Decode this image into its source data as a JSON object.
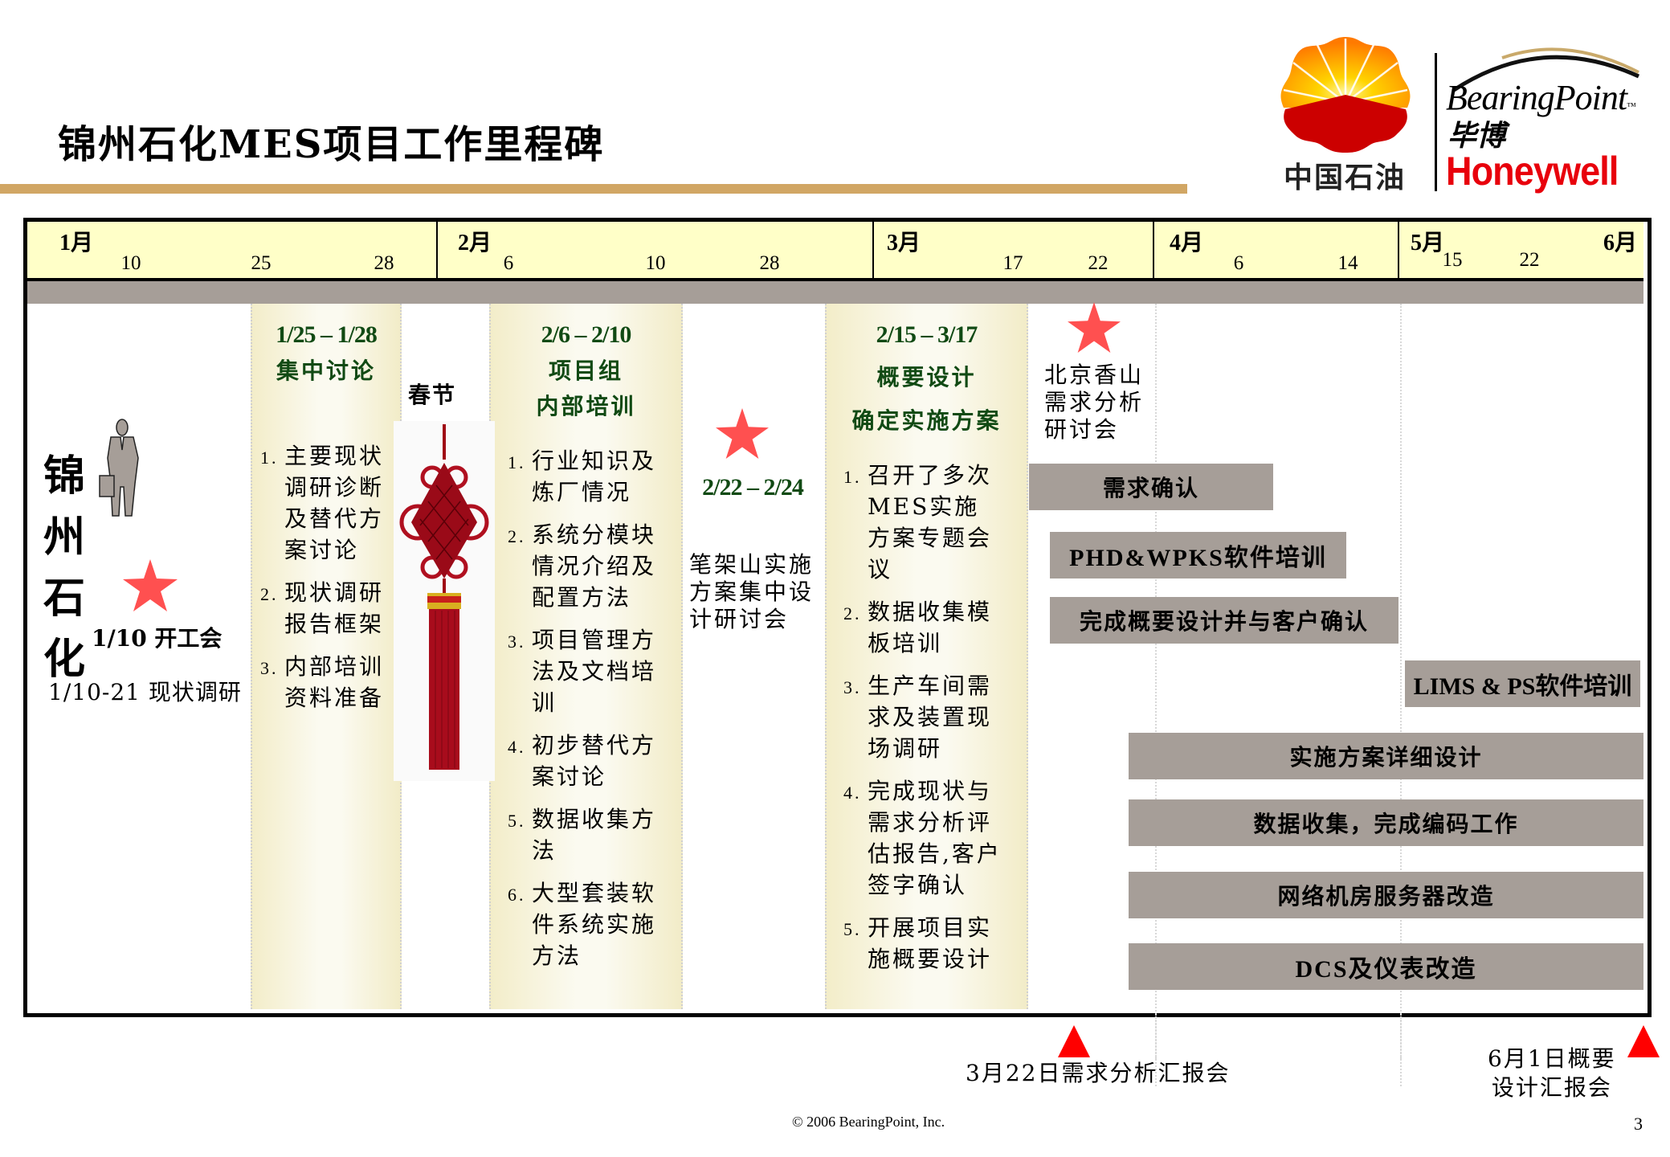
{
  "title": "锦州石化MES项目工作里程碑",
  "logos": {
    "cnpc_text": "中国石油",
    "bearingpoint": "BearingPoint",
    "bearingpoint_tm": "™",
    "bearingpoint_cn": "毕博",
    "honeywell": "Honeywell",
    "colors": {
      "cnpc_red": "#cc0000",
      "cnpc_orange": "#ff8c00",
      "cnpc_yellow": "#ffd400",
      "honeywell_red": "#e8000c",
      "bp_gold": "#c9a96a"
    }
  },
  "timeline": {
    "months": [
      {
        "label": "1月",
        "days": [
          "10",
          "25",
          "28"
        ]
      },
      {
        "label": "2月",
        "days": [
          "6",
          "10",
          "28"
        ]
      },
      {
        "label": "3月",
        "days": [
          "17",
          "22"
        ]
      },
      {
        "label": "4月",
        "days": [
          "6",
          "14"
        ]
      },
      {
        "label": "5月",
        "days": [
          "15",
          "22"
        ]
      },
      {
        "label": "6月",
        "days": []
      }
    ],
    "colors": {
      "header_bg": "#ffffc8",
      "band": "#a69e98",
      "bar": "#a69e98",
      "milestone_star": "#ff5050",
      "report_triangle": "#ff0000",
      "heading_green": "#114a14"
    }
  },
  "left": {
    "company": [
      "锦",
      "州",
      "石",
      "化"
    ],
    "kickoff": "1/10 开工会",
    "survey": "1/10-21 现状调研"
  },
  "phase1": {
    "date": "1/25 – 1/28",
    "label": "集中讨论",
    "items": [
      {
        "n": "1.",
        "text": "主要现状调研诊断及替代方案讨论"
      },
      {
        "n": "2.",
        "text": "现状调研报告框架"
      },
      {
        "n": "3.",
        "text": "内部培训资料准备"
      }
    ]
  },
  "holiday": {
    "label": "春节"
  },
  "phase2": {
    "date": "2/6 – 2/10",
    "label1": "项目组",
    "label2": "内部培训",
    "items": [
      {
        "n": "1.",
        "text": "行业知识及炼厂情况"
      },
      {
        "n": "2.",
        "text": "系统分模块情况介绍及配置方法"
      },
      {
        "n": "3.",
        "text": "项目管理方法及文档培训"
      },
      {
        "n": "4.",
        "text": "初步替代方案讨论"
      },
      {
        "n": "5.",
        "text": "数据收集方法"
      },
      {
        "n": "6.",
        "text": "大型套装软件系统实施方法"
      }
    ]
  },
  "workshop": {
    "date": "2/22 – 2/24",
    "text": "笔架山实施方案集中设计研讨会"
  },
  "phase3": {
    "date": "2/15 – 3/17",
    "label1": "概要设计",
    "label2": "确定实施方案",
    "items": [
      {
        "n": "1.",
        "text": "召开了多次MES实施方案专题会议"
      },
      {
        "n": "2.",
        "text": "数据收集模板培训"
      },
      {
        "n": "3.",
        "text": "生产车间需求及装置现场调研"
      },
      {
        "n": "4.",
        "text": "完成现状与需求分析评估报告,客户签字确认"
      },
      {
        "n": "5.",
        "text": "开展项目实施概要设计"
      }
    ]
  },
  "beijing": {
    "text": "北京香山需求分析研讨会"
  },
  "bars": [
    {
      "label": "需求确认"
    },
    {
      "label": "PHD&WPKS软件培训"
    },
    {
      "label": "完成概要设计并与客户确认"
    },
    {
      "label": "LIMS & PS软件培训"
    },
    {
      "label": "实施方案详细设计"
    },
    {
      "label": "数据收集，完成编码工作"
    },
    {
      "label": "网络机房服务器改造"
    },
    {
      "label": "DCS及仪表改造"
    }
  ],
  "reports": {
    "march": "3月22日需求分析汇报会",
    "june_line1": "6月1日概要",
    "june_line2": "设计汇报会"
  },
  "footer": {
    "copyright": "© 2006 BearingPoint, Inc.",
    "page": "3"
  }
}
